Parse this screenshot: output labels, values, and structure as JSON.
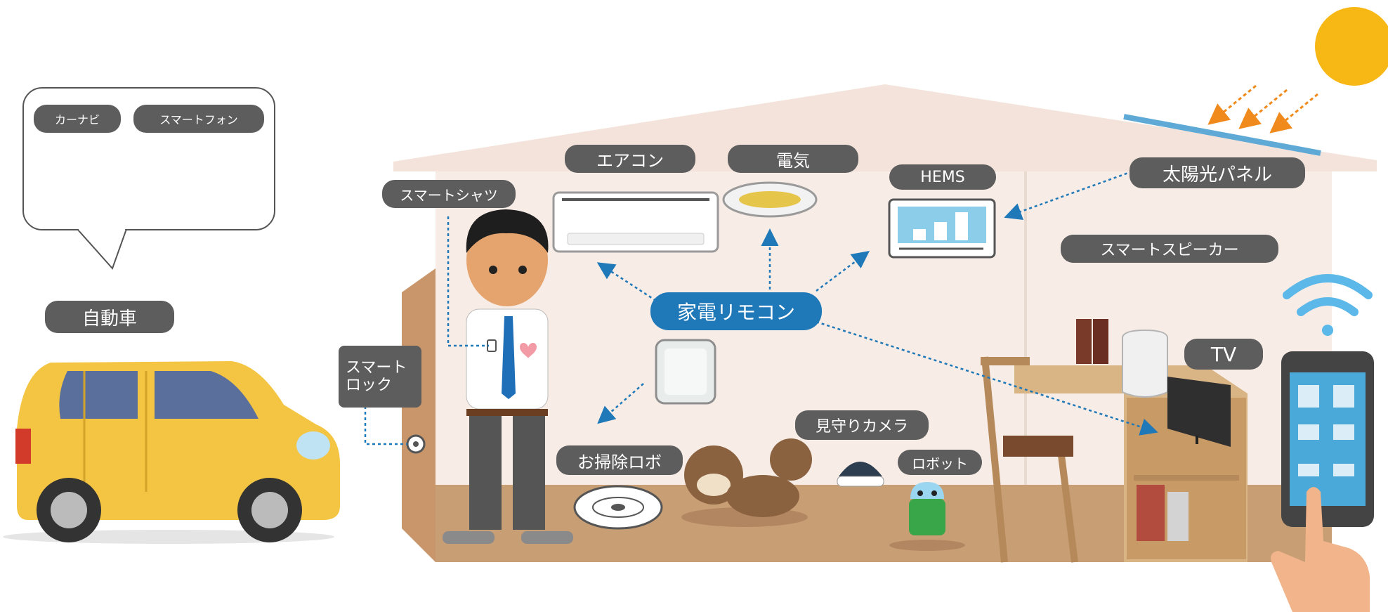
{
  "bubble": {
    "items": [
      {
        "label": "カーナビ",
        "icon": "car-navigation-icon"
      },
      {
        "label": "スマートフォン",
        "icon": "smartphone-icon"
      }
    ]
  },
  "car": {
    "label": "自動車"
  },
  "labels": {
    "smart_shirt": "スマートシャツ",
    "aircon": "エアコン",
    "electricity": "電気",
    "hems": "HEMS",
    "solar_panel": "太陽光パネル",
    "smart_speaker": "スマートスピーカー",
    "remote": "家電リモコン",
    "smart_lock_line1": "スマート",
    "smart_lock_line2": "ロック",
    "tv": "TV",
    "watch_camera": "見守りカメラ",
    "cleaning_robot": "お掃除ロボ",
    "robot": "ロボット"
  },
  "colors": {
    "label_bg": "#5d5d5d",
    "remote_bg": "#1f78b8",
    "house_wall": "#f7ece6",
    "house_floor": "#c89f74",
    "car_body": "#f4c542",
    "sun": "#f7b816",
    "wifi": "#5bb8e8"
  }
}
